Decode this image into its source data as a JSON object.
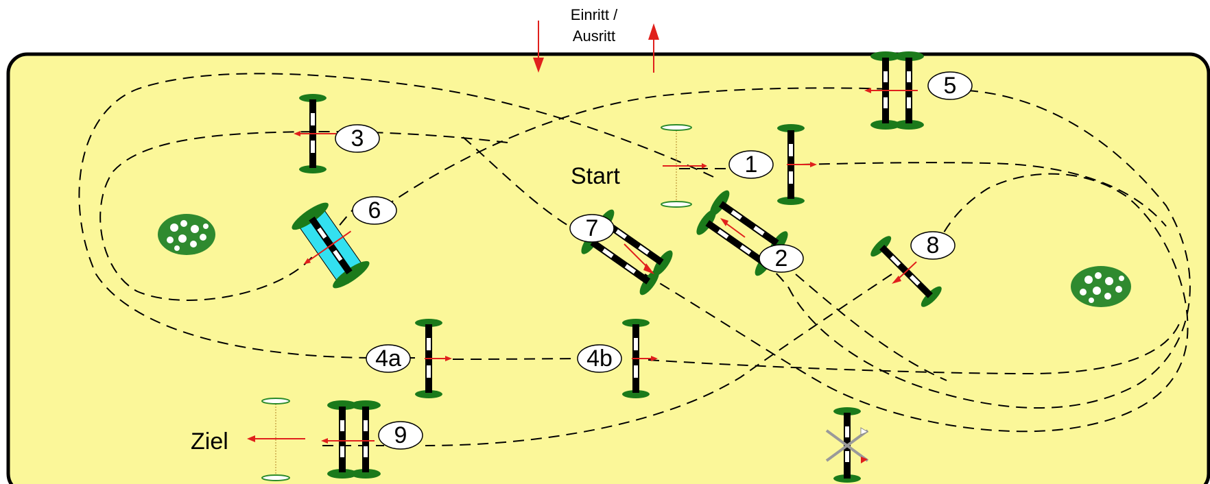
{
  "entrance": {
    "line1": "Einritt /",
    "line2": "Ausritt",
    "arrow_color": "#e0201c"
  },
  "arena": {
    "fill": "#fbf799",
    "border": "#000000"
  },
  "start_label": "Start",
  "finish_label": "Ziel",
  "course_direction_color": "#e0201c",
  "jumps": [
    {
      "id": "1",
      "label": "1",
      "type": "vertical"
    },
    {
      "id": "2",
      "label": "2",
      "type": "oxer"
    },
    {
      "id": "3",
      "label": "3",
      "type": "vertical"
    },
    {
      "id": "4a",
      "label": "4a",
      "type": "vertical",
      "combination": "4"
    },
    {
      "id": "4b",
      "label": "4b",
      "type": "vertical",
      "combination": "4"
    },
    {
      "id": "5",
      "label": "5",
      "type": "oxer"
    },
    {
      "id": "6",
      "label": "6",
      "type": "water-oxer",
      "color": "#33e0f0"
    },
    {
      "id": "7",
      "label": "7",
      "type": "oxer"
    },
    {
      "id": "8",
      "label": "8",
      "type": "vertical"
    },
    {
      "id": "9",
      "label": "9",
      "type": "oxer"
    }
  ],
  "decor": [
    {
      "name": "flower-bush-left"
    },
    {
      "name": "flower-bush-right"
    },
    {
      "name": "crossed-out-obstacle"
    }
  ]
}
